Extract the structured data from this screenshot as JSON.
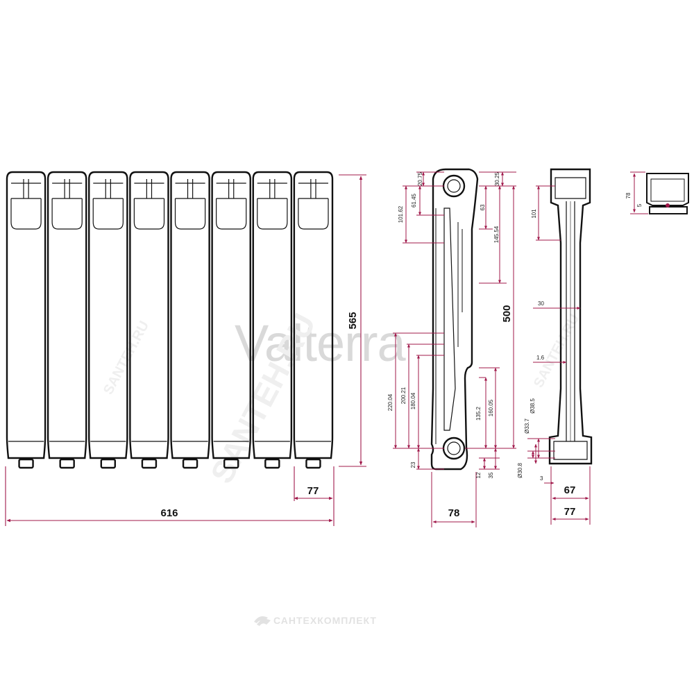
{
  "colors": {
    "outline": "#111111",
    "dimension": "#a0184a",
    "watermark": "#d9d9d9",
    "footer": "#e2e2e2"
  },
  "watermarks": {
    "brand": "Valterra",
    "site": "SANTEH.RU",
    "footer": "САНТЕХКОМПЛЕКТ"
  },
  "front_view": {
    "section_count": 8,
    "width": "616",
    "height": "565",
    "section_pitch": "77"
  },
  "side_view": {
    "width": "78",
    "center_distance": "500",
    "left_dims": [
      "20.75",
      "61.45",
      "101.62",
      "220.04",
      "200.21",
      "180.04",
      "23"
    ],
    "right_dims": [
      "30.25",
      "63",
      "145.54",
      "135.2",
      "160.05",
      "12",
      "35"
    ]
  },
  "section_view": {
    "inner_width": "67",
    "outer_width": "77",
    "dims": [
      "101",
      "30",
      "1.6",
      "Ø38.5",
      "Ø33.7",
      "Ø30.8",
      "3"
    ]
  },
  "top_view": {
    "dims": [
      "78",
      "5"
    ]
  }
}
